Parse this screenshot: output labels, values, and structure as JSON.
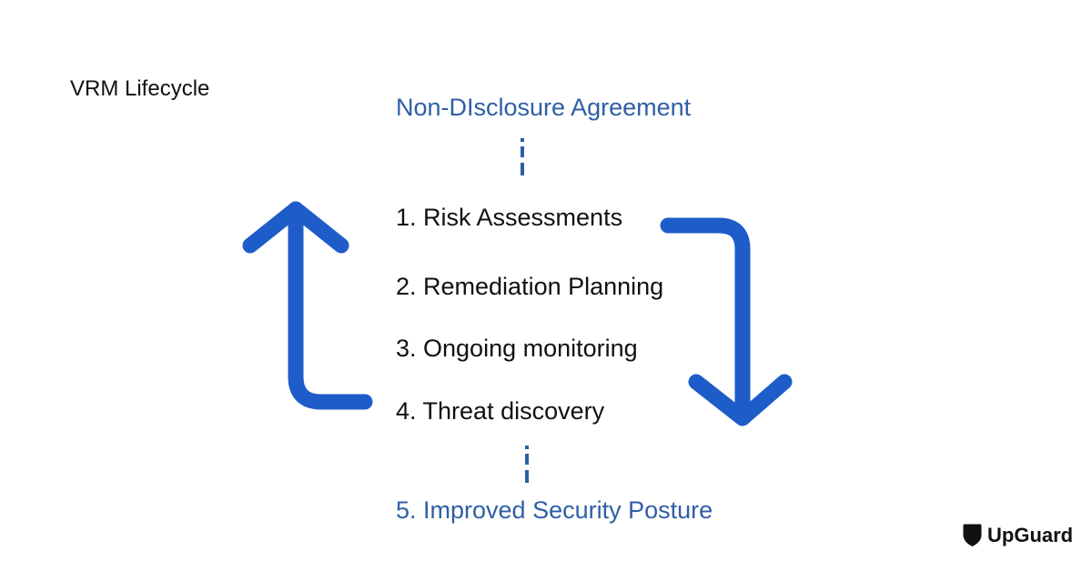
{
  "header": {
    "title": "VRM Lifecycle"
  },
  "diagram": {
    "start_label": "Non-DIsclosure Agreement",
    "steps": [
      {
        "label": "1. Risk Assessments"
      },
      {
        "label": "2. Remediation Planning"
      },
      {
        "label": "3. Ongoing monitoring"
      },
      {
        "label": "4. Threat discovery"
      }
    ],
    "end_label": "5. Improved Security Posture"
  },
  "branding": {
    "name": "UpGuard"
  },
  "colors": {
    "arrow_blue": "#1e5cc9",
    "accent_text_blue": "#2f5fa5",
    "text_dark": "#111111",
    "background": "#ffffff"
  },
  "icons": {
    "brand": "shield-icon",
    "cycle_down": "curved-arrow-down-icon",
    "cycle_up": "curved-arrow-up-icon",
    "connector": "dashed-connector-icon"
  }
}
